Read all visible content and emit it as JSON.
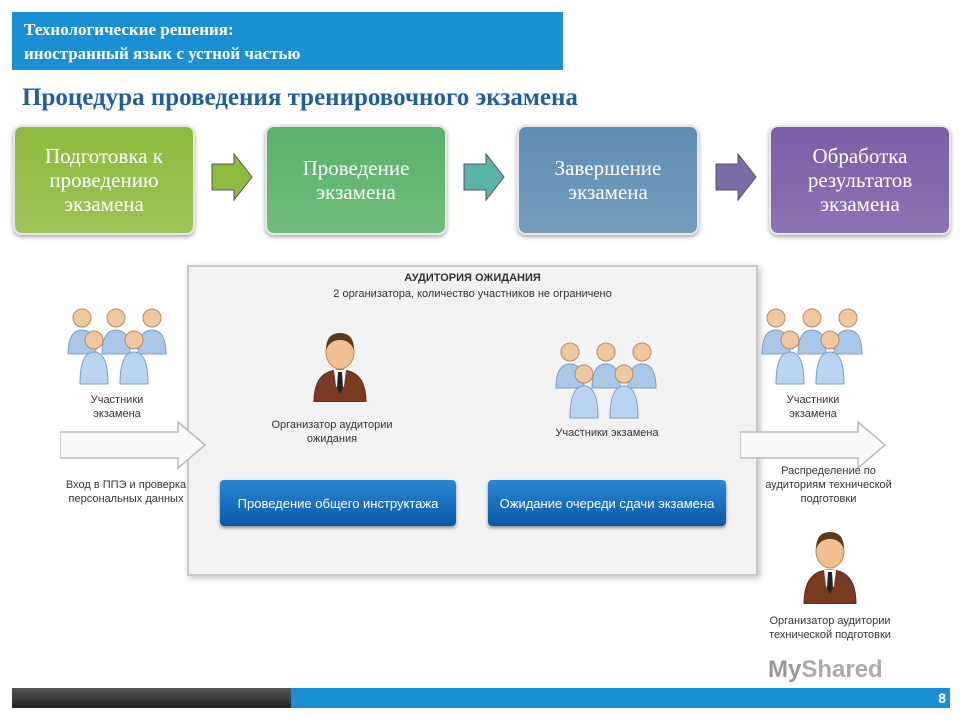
{
  "header": {
    "line1": "Технологические решения:",
    "line2": "иностранный язык с устной частью"
  },
  "subtitle": "Процедура проведения тренировочного экзамена",
  "steps": [
    {
      "label": "Подготовка к проведению экзамена",
      "color": "#8dbb3d"
    },
    {
      "label": "Проведение экзамена",
      "color": "#5ab26a"
    },
    {
      "label": "Завершение экзамена",
      "color": "#5f8db2"
    },
    {
      "label": "Обработка результатов экзамена",
      "color": "#7b5da6"
    }
  ],
  "step_arrow_colors": [
    "#8dbb3d",
    "#5ab3a8",
    "#7a6aa8"
  ],
  "room": {
    "title": "АУДИТОРИЯ ОЖИДАНИЯ",
    "subtitle": "2 организатора, количество участников не ограничено",
    "organizer_label": "Организатор аудитории ожидания",
    "participants_label": "Участники экзамена",
    "action1": "Проведение общего инструктажа",
    "action2": "Ожидание очереди сдачи экзамена"
  },
  "left": {
    "participants_label": "Участники экзамена",
    "entry_label": "Вход в ППЭ и проверка персональных данных"
  },
  "right": {
    "participants_label": "Участники экзамена",
    "distribution_label": "Распределение по аудиториям технической подготовки",
    "organizer_label": "Организатор аудитории технической подготовки"
  },
  "logo": {
    "text_a": "My",
    "text_b": "Shared"
  },
  "page_number": "8"
}
